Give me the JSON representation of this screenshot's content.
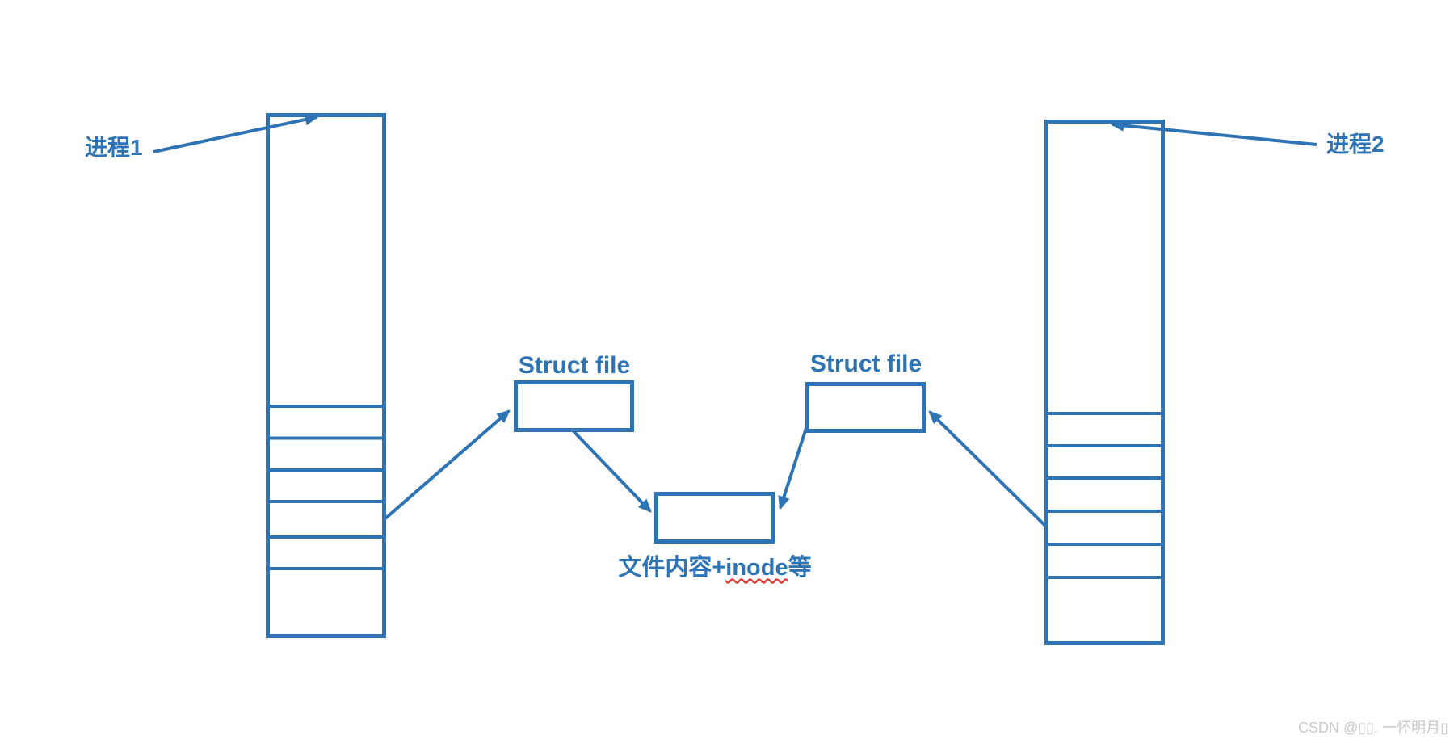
{
  "diagram": {
    "accent_color": "#2E74B5",
    "squiggle_color": "#E8281E",
    "labels": {
      "process1": "进程1",
      "process2": "进程2",
      "struct_file_left": "Struct file",
      "struct_file_right": "Struct file",
      "inode_prefix": "文件内容+",
      "inode_word": "inode",
      "inode_suffix": "等"
    }
  },
  "watermark": {
    "text": "CSDN @▯▯. 一怀明月▯",
    "color": "#C9C9C9"
  }
}
